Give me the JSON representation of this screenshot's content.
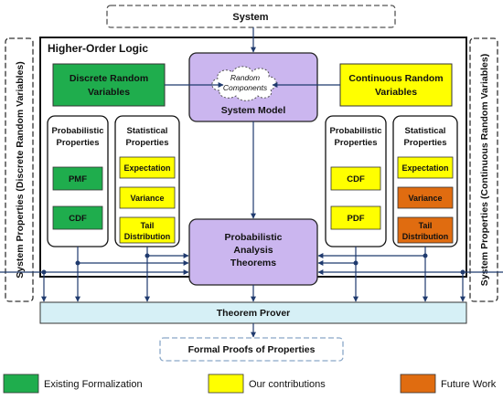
{
  "diagram": {
    "system": "System",
    "higher_order_logic": "Higher-Order Logic",
    "side_left": "System Properties (Discrete Random Variables)",
    "side_right": "System Properties (Continuous Random Variables)",
    "discrete_rv": [
      "Discrete Random",
      "Variables"
    ],
    "continuous_rv": [
      "Continuous Random",
      "Variables"
    ],
    "random_components": [
      "Random",
      "Components"
    ],
    "system_model": "System Model",
    "prob_properties": [
      "Probabilistic",
      "Properties"
    ],
    "stat_properties": [
      "Statistical",
      "Properties"
    ],
    "pmf": "PMF",
    "cdf": "CDF",
    "pdf": "PDF",
    "expectation": "Expectation",
    "variance": "Variance",
    "tail_distribution": [
      "Tail",
      "Distribution"
    ],
    "theorems": [
      "Probabilistic",
      "Analysis",
      "Theorems"
    ],
    "theorem_prover": "Theorem Prover",
    "formal_proofs": "Formal Proofs of Properties"
  },
  "legend": {
    "existing": "Existing Formalization",
    "ours": "Our contributions",
    "future": "Future Work"
  },
  "colors": {
    "green": "#1fad4d",
    "yellow": "#ffff00",
    "orange": "#e06c10",
    "purple": "#cbb6ef",
    "prover": "#d6f0f6",
    "dashed": "#8aa8c8",
    "arrow": "#1f3a6e"
  }
}
